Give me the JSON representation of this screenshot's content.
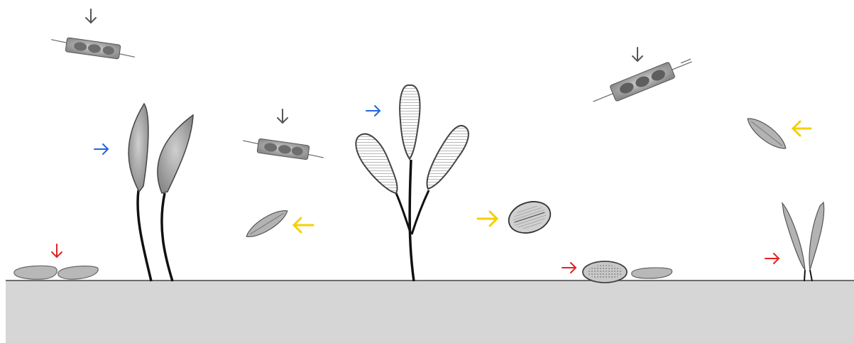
{
  "figure": {
    "description_free": true,
    "colors": {
      "background": "#ffffff",
      "substrate": "#d6d6d6",
      "substrate_line": "#444444",
      "arrow_gray": "#555555",
      "arrow_blue": "#2266dd",
      "arrow_yellow": "#f5d000",
      "arrow_red": "#e22222",
      "cell_fill": "#b9b9b9",
      "cell_dark": "#7a7a7a",
      "stalk": "#111111"
    },
    "arrows": [
      {
        "id": "arrow-gray-1",
        "color": "gray",
        "direction": "down"
      },
      {
        "id": "arrow-gray-2",
        "color": "gray",
        "direction": "down"
      },
      {
        "id": "arrow-gray-3",
        "color": "gray",
        "direction": "down"
      },
      {
        "id": "arrow-blue-1",
        "color": "blue",
        "direction": "right"
      },
      {
        "id": "arrow-blue-2",
        "color": "blue",
        "direction": "right"
      },
      {
        "id": "arrow-yellow-1",
        "color": "yellow",
        "direction": "left"
      },
      {
        "id": "arrow-yellow-2",
        "color": "yellow",
        "direction": "right"
      },
      {
        "id": "arrow-yellow-3",
        "color": "yellow",
        "direction": "left"
      },
      {
        "id": "arrow-red-1",
        "color": "red",
        "direction": "down"
      },
      {
        "id": "arrow-red-2",
        "color": "red",
        "direction": "right"
      },
      {
        "id": "arrow-red-3",
        "color": "red",
        "direction": "right"
      }
    ]
  }
}
